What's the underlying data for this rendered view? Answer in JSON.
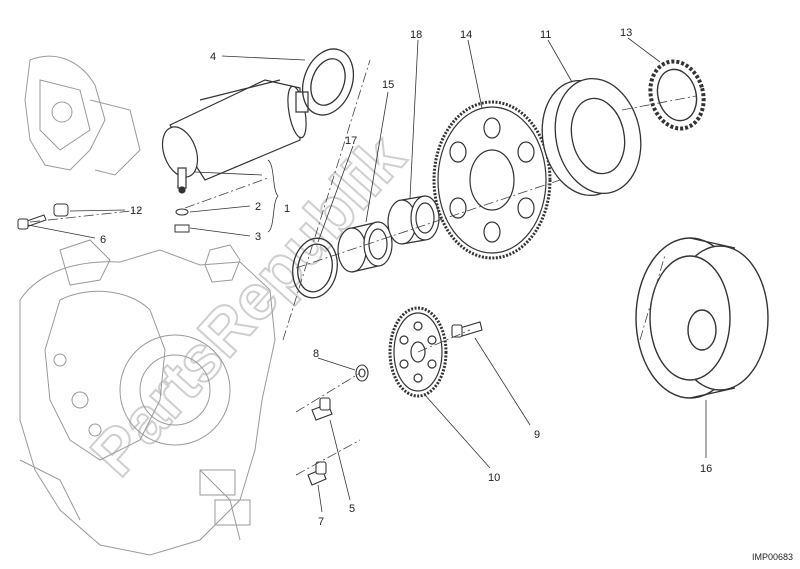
{
  "diagram": {
    "callouts": [
      "1",
      "2",
      "3",
      "4",
      "5",
      "6",
      "7",
      "8",
      "9",
      "10",
      "11",
      "12",
      "13",
      "14",
      "15",
      "16",
      "17",
      "18"
    ],
    "image_code": "IMP00683"
  },
  "watermark": "PartsRepublik"
}
